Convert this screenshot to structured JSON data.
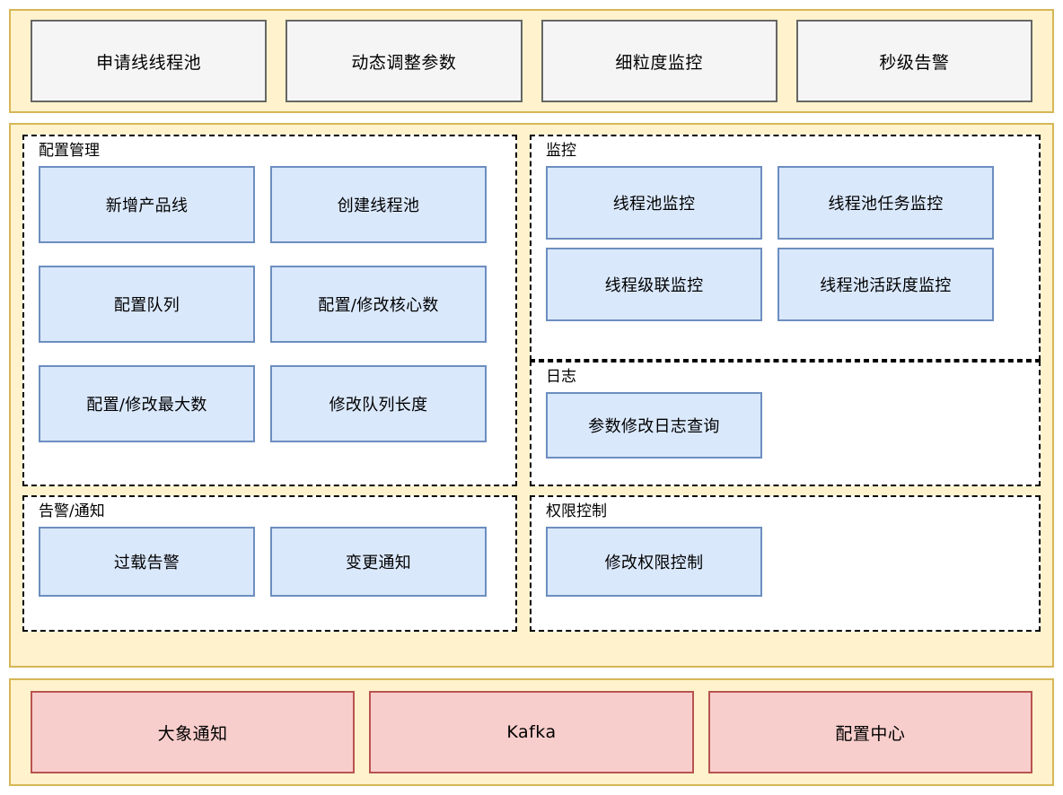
{
  "capabilities": {
    "items": [
      {
        "label": "申请线线程池"
      },
      {
        "label": "动态调整参数"
      },
      {
        "label": "细粒度监控"
      },
      {
        "label": "秒级告警"
      }
    ]
  },
  "modules": {
    "left": [
      {
        "title": "配置管理",
        "rows": [
          [
            {
              "label": "新增产品线"
            },
            {
              "label": "创建线程池"
            }
          ],
          [
            {
              "label": "配置队列"
            },
            {
              "label": "配置/修改核心数"
            }
          ],
          [
            {
              "label": "配置/修改最大数"
            },
            {
              "label": "修改队列长度"
            }
          ]
        ]
      },
      {
        "title": "告警/通知",
        "rows": [
          [
            {
              "label": "过载告警"
            },
            {
              "label": "变更通知"
            }
          ]
        ]
      }
    ],
    "right": [
      {
        "title": "监控",
        "rows": [
          [
            {
              "label": "线程池监控"
            },
            {
              "label": "线程池任务监控"
            }
          ],
          [
            {
              "label": "线程级联监控"
            },
            {
              "label": "线程池活跃度监控"
            }
          ]
        ]
      },
      {
        "title": "日志",
        "rows": [
          [
            {
              "label": "参数修改日志查询"
            }
          ]
        ]
      },
      {
        "title": "权限控制",
        "rows": [
          [
            {
              "label": "修改权限控制"
            }
          ]
        ]
      }
    ]
  },
  "infrastructure": {
    "items": [
      {
        "label": "大象通知"
      },
      {
        "label": "Kafka"
      },
      {
        "label": "配置中心"
      }
    ]
  },
  "colors": {
    "panel_fill": "#fff2cc",
    "panel_border": "#d6b656",
    "grey_fill": "#f5f5f5",
    "grey_border": "#666666",
    "blue_fill": "#dae8fc",
    "blue_border": "#6c8ebf",
    "red_fill": "#f8cecc",
    "red_border": "#b85450",
    "group_fill": "#ffffff",
    "group_border": "#000000"
  }
}
